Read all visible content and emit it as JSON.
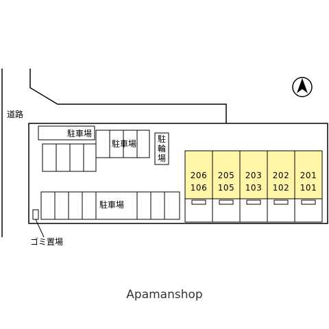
{
  "map": {
    "road_label": "道路",
    "parking_labels": [
      "駐車場",
      "駐車場",
      "駐車場"
    ],
    "bicycle_parking_label": [
      "駐",
      "輪",
      "場"
    ],
    "garbage_label": "ゴミ置場",
    "compass_icon": "north-arrow-icon",
    "units": [
      {
        "upper": "206",
        "lower": "106"
      },
      {
        "upper": "205",
        "lower": "105"
      },
      {
        "upper": "203",
        "lower": "103"
      },
      {
        "upper": "202",
        "lower": "102"
      },
      {
        "upper": "201",
        "lower": "101"
      }
    ],
    "colors": {
      "unit_fill": "#fff6a8",
      "line": "#000000"
    }
  },
  "footer": {
    "brand": "Apamanshop"
  }
}
